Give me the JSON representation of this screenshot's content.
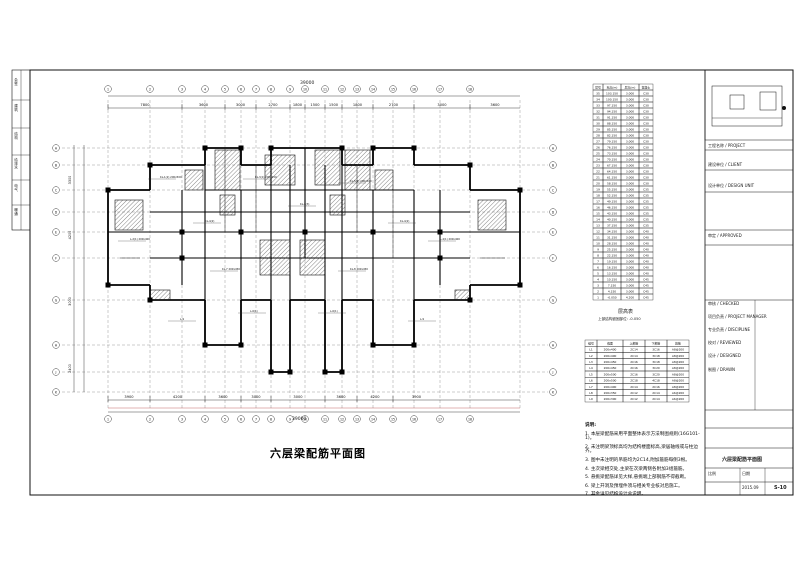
{
  "drawing": {
    "title": "六层梁配筋平面图",
    "sheet_no": "S-10",
    "scale_label": "比例",
    "date_label": "日期",
    "date_value": "2015.09"
  },
  "top_dims": [
    "7800",
    "3600",
    "3000",
    "2700",
    "1800",
    "1500",
    "1500",
    "1800",
    "2700",
    "3000",
    "3600",
    "7800"
  ],
  "top_total": "39000",
  "bottom_dims": [
    "3900",
    "4200",
    "3600",
    "3000",
    "3000",
    "3600",
    "4200",
    "3900"
  ],
  "bottom_total": "39000",
  "left_dims": [
    "3300",
    "4200",
    "3000",
    "2400"
  ],
  "axis_numbers": [
    "1",
    "2",
    "3",
    "4",
    "5",
    "6",
    "7",
    "8",
    "9",
    "10",
    "11",
    "12",
    "13",
    "14",
    "15",
    "16",
    "17",
    "18"
  ],
  "axis_letters": [
    "A",
    "B",
    "C",
    "D",
    "E",
    "F",
    "G",
    "H",
    "J",
    "K"
  ],
  "floor_table": {
    "header": [
      "层号",
      "标高(m)",
      "层高(m)",
      "混凝土"
    ],
    "rows": [
      [
        "35",
        "103.150",
        "3.000",
        "C30"
      ],
      [
        "34",
        "100.150",
        "3.000",
        "C30"
      ],
      [
        "33",
        "97.150",
        "3.000",
        "C30"
      ],
      [
        "32",
        "94.150",
        "3.000",
        "C30"
      ],
      [
        "31",
        "91.150",
        "3.000",
        "C30"
      ],
      [
        "30",
        "88.150",
        "3.000",
        "C30"
      ],
      [
        "29",
        "85.150",
        "3.000",
        "C30"
      ],
      [
        "28",
        "82.150",
        "3.000",
        "C30"
      ],
      [
        "27",
        "79.150",
        "3.000",
        "C30"
      ],
      [
        "26",
        "76.150",
        "3.000",
        "C30"
      ],
      [
        "25",
        "73.150",
        "3.000",
        "C30"
      ],
      [
        "24",
        "70.150",
        "3.000",
        "C30"
      ],
      [
        "23",
        "67.150",
        "3.000",
        "C30"
      ],
      [
        "22",
        "64.150",
        "3.000",
        "C30"
      ],
      [
        "21",
        "61.150",
        "3.000",
        "C30"
      ],
      [
        "20",
        "58.150",
        "3.000",
        "C30"
      ],
      [
        "19",
        "55.150",
        "3.000",
        "C35"
      ],
      [
        "18",
        "52.150",
        "3.000",
        "C35"
      ],
      [
        "17",
        "49.150",
        "3.000",
        "C35"
      ],
      [
        "16",
        "46.150",
        "3.000",
        "C35"
      ],
      [
        "15",
        "43.150",
        "3.000",
        "C35"
      ],
      [
        "14",
        "40.150",
        "3.000",
        "C35"
      ],
      [
        "13",
        "37.150",
        "3.000",
        "C35"
      ],
      [
        "12",
        "34.150",
        "3.000",
        "C40"
      ],
      [
        "11",
        "31.150",
        "3.000",
        "C40"
      ],
      [
        "10",
        "28.150",
        "3.000",
        "C40"
      ],
      [
        "9",
        "25.150",
        "3.000",
        "C40"
      ],
      [
        "8",
        "22.150",
        "3.000",
        "C40"
      ],
      [
        "7",
        "19.150",
        "3.000",
        "C40"
      ],
      [
        "6",
        "16.150",
        "3.000",
        "C40"
      ],
      [
        "5",
        "13.150",
        "3.000",
        "C40"
      ],
      [
        "4",
        "10.150",
        "3.000",
        "C45"
      ],
      [
        "3",
        "7.150",
        "3.000",
        "C45"
      ],
      [
        "2",
        "4.150",
        "3.000",
        "C45"
      ],
      [
        "1",
        "-0.050",
        "4.200",
        "C45"
      ]
    ],
    "footer_label": "层高表",
    "footer_sub": "上部结构嵌固部位: -0.050"
  },
  "beam_table": {
    "header": [
      "编号",
      "截面",
      "上部筋",
      "下部筋",
      "箍筋"
    ],
    "rows": [
      [
        "L1",
        "200x400",
        "2C14",
        "3C16",
        "A8@200"
      ],
      [
        "L2",
        "200x400",
        "2C14",
        "3C18",
        "A8@200"
      ],
      [
        "L3",
        "200x450",
        "2C16",
        "3C18",
        "A8@200"
      ],
      [
        "L4",
        "200x450",
        "2C16",
        "3C20",
        "A8@200"
      ],
      [
        "L5",
        "200x500",
        "2C16",
        "3C20",
        "A8@200"
      ],
      [
        "L6",
        "200x500",
        "2C18",
        "4C18",
        "A8@200"
      ],
      [
        "L7",
        "200x400",
        "2C14",
        "2C16",
        "A8@200"
      ],
      [
        "L8",
        "200x350",
        "2C12",
        "2C14",
        "A6@200"
      ],
      [
        "L9",
        "200x300",
        "2C12",
        "2C14",
        "A6@200"
      ]
    ]
  },
  "notes": {
    "heading": "说明:",
    "items": [
      "1. 本层梁配筋采用平面整体表示方法制图规则(16G101-1)。",
      "2. 未注明梁顶标高均为结构楼面标高,梁居轴线或与柱边齐。",
      "3. 图中未注明的吊筋均为2C14,附加箍筋每侧3根。",
      "4. 主次梁相交处,主梁在次梁两侧各附加3组箍筋。",
      "5. 悬挑梁配筋详见大样,悬挑端上部钢筋不得截断。",
      "6. 梁上开洞及预埋件须与相关专业核对后施工。",
      "7. 其余详见结构设计总说明。"
    ]
  },
  "title_block": {
    "rows": [
      "工程名称 / PROJECT",
      "建设单位 / CLIENT",
      "设计单位 / DESIGN UNIT",
      "审定 / APPROVED",
      "审核 / CHECKED",
      "项目负责 / PROJECT MANAGER",
      "专业负责 / DISCIPLINE",
      "校对 / REVIEWED",
      "设计 / DESIGNED",
      "制图 / DRAWN"
    ],
    "sheet_title": "六层梁配筋平面图"
  },
  "left_strip": [
    "会签",
    "建筑",
    "结构",
    "给排水",
    "电气",
    "暖通"
  ],
  "colors": {
    "line": "#111111",
    "hatch": "#333333",
    "wall": "#000000"
  }
}
